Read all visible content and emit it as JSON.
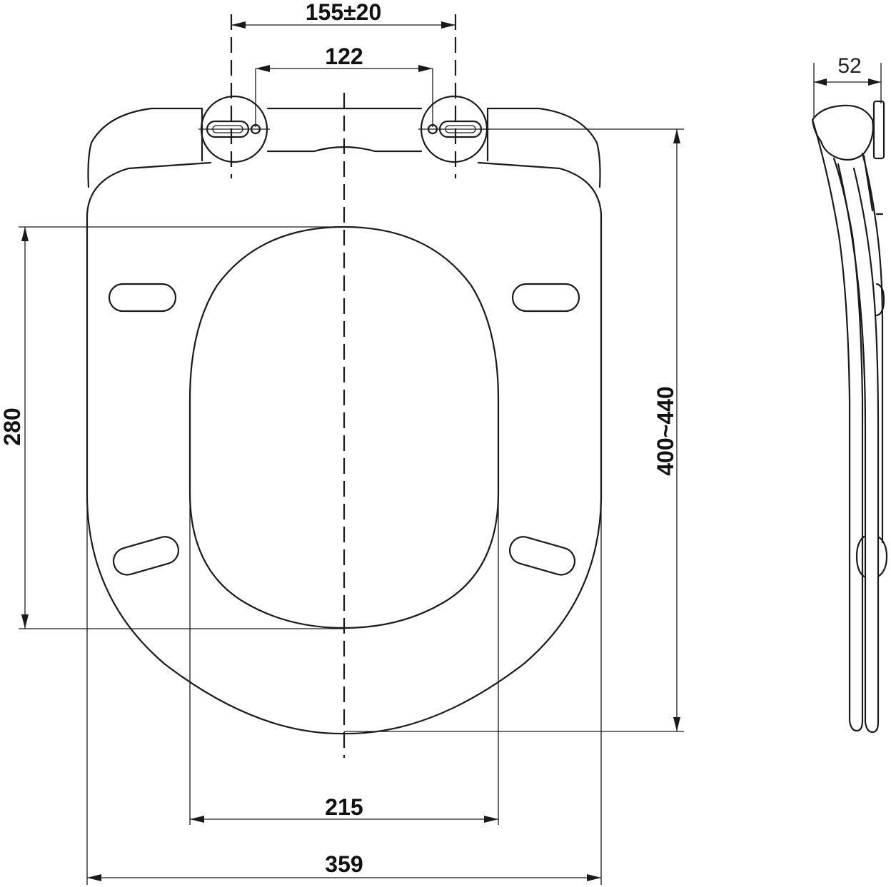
{
  "dimensions": {
    "hinge_adjustable": "155±20",
    "hinge_fixed": "122",
    "seat_opening_length": "280",
    "overall_length": "400~440",
    "seat_opening_width": "215",
    "overall_width": "359",
    "profile_height": "52"
  },
  "colors": {
    "line": "#1a1a1a",
    "background": "#ffffff"
  }
}
